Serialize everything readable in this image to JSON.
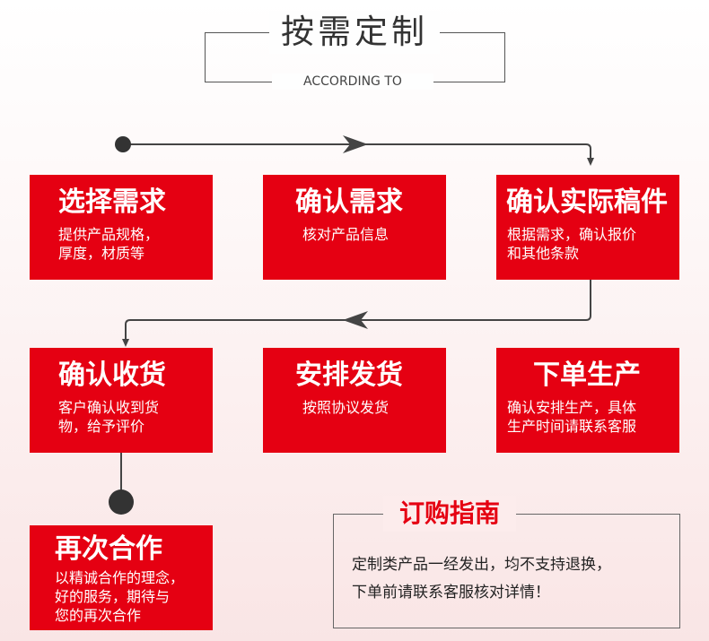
{
  "header": {
    "title": "按需定制",
    "subtitle": "ACCORDING TO"
  },
  "steps": [
    {
      "title": "选择需求",
      "desc_lines": [
        "提供产品规格，",
        "厚度，材质等"
      ]
    },
    {
      "title": "确认需求",
      "desc_lines": [
        "核对产品信息"
      ]
    },
    {
      "title": "确认实际稿件",
      "desc_lines": [
        "根据需求，确认报价",
        "和其他条款"
      ]
    },
    {
      "title": "确认收货",
      "desc_lines": [
        "客户确认收到货",
        "物，给予评价"
      ]
    },
    {
      "title": "安排发货",
      "desc_lines": [
        "按照协议发货"
      ]
    },
    {
      "title": "下单生产",
      "desc_lines": [
        "确认安排生产，具体",
        "生产时间请联系客服"
      ]
    },
    {
      "title": "再次合作",
      "desc_lines": [
        "以精诚合作的理念，",
        "好的服务，期待与",
        "您的再次合作"
      ]
    }
  ],
  "guide": {
    "title": "订购指南",
    "lines": [
      "定制类产品一经发出，均不支持退换，",
      "下单前请联系客服核对详情！"
    ]
  },
  "colors": {
    "accent": "#e50012",
    "line": "#555555"
  }
}
